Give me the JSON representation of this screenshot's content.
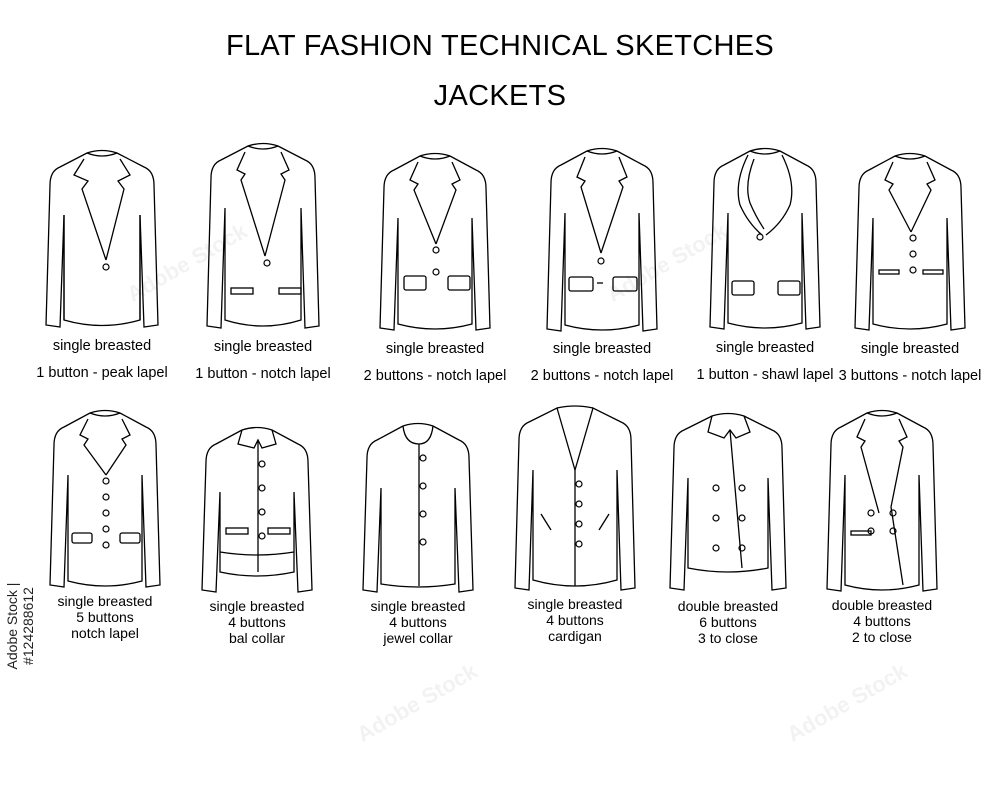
{
  "header": {
    "title": "FLAT FASHION TECHNICAL SKETCHES",
    "subtitle": "JACKETS"
  },
  "side_id": "Adobe Stock | #124288612",
  "watermark": "Adobe Stock",
  "jackets": [
    {
      "lines": [
        "single breasted",
        "1 button - peak lapel"
      ]
    },
    {
      "lines": [
        "single breasted",
        "1 button - notch lapel"
      ]
    },
    {
      "lines": [
        "single breasted",
        "2 buttons - notch lapel"
      ]
    },
    {
      "lines": [
        "single breasted",
        "2 buttons - notch lapel"
      ]
    },
    {
      "lines": [
        "single breasted",
        "1 button - shawl lapel"
      ]
    },
    {
      "lines": [
        "single breasted",
        "3 buttons - notch lapel"
      ]
    },
    {
      "lines": [
        "single breasted",
        "5 buttons",
        "notch lapel"
      ]
    },
    {
      "lines": [
        "single breasted",
        "4 buttons",
        "bal collar"
      ]
    },
    {
      "lines": [
        "single breasted",
        "4 buttons",
        "jewel collar"
      ]
    },
    {
      "lines": [
        "single breasted",
        "4 buttons",
        "cardigan"
      ]
    },
    {
      "lines": [
        "double breasted",
        "6 buttons",
        "3 to close"
      ]
    },
    {
      "lines": [
        "double breasted",
        "4 buttons",
        "2 to close"
      ]
    }
  ]
}
